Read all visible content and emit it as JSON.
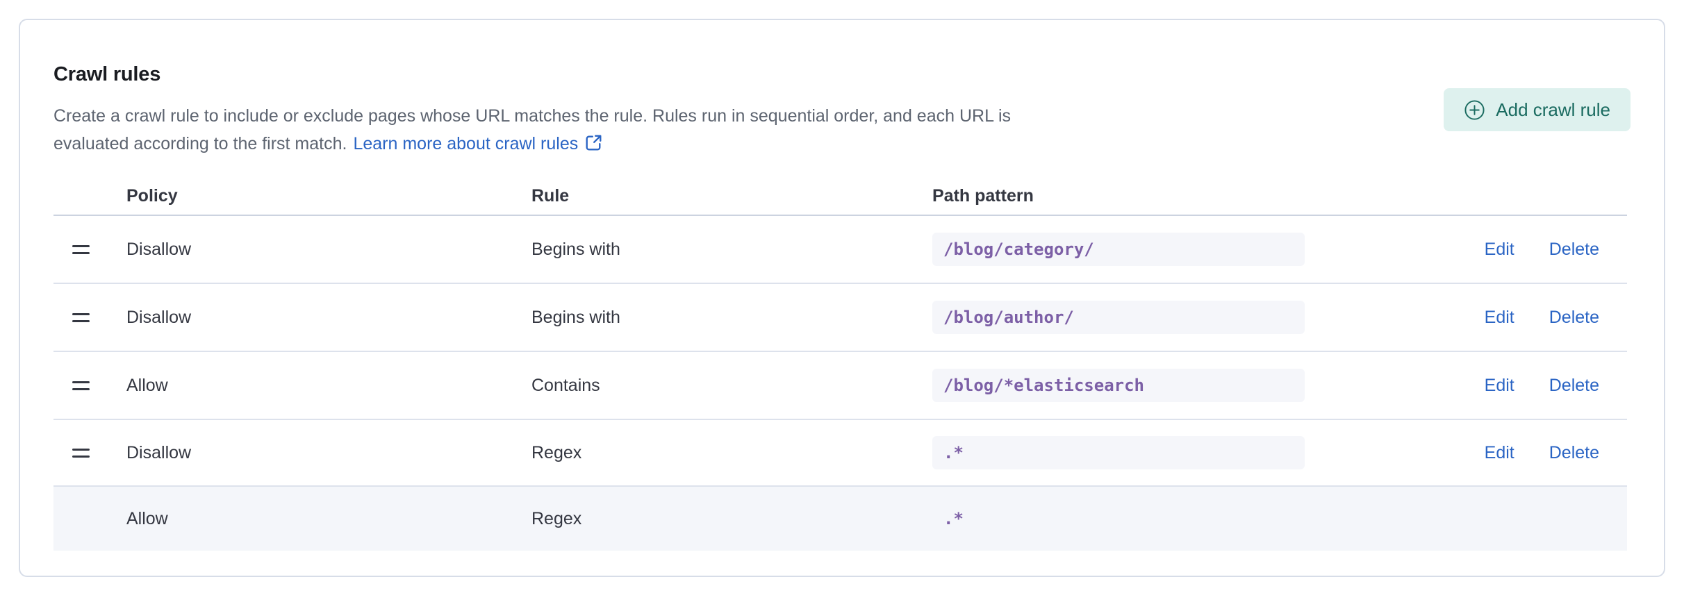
{
  "panel": {
    "title": "Crawl rules",
    "description_line1": "Create a crawl rule to include or exclude pages whose URL matches the rule. Rules run in sequential order, and each URL is",
    "description_line2": "evaluated according to the first match.",
    "link_label": "Learn more about crawl rules",
    "add_button_label": "Add crawl rule"
  },
  "table": {
    "columns": [
      "Policy",
      "Rule",
      "Path pattern"
    ],
    "action_labels": {
      "edit": "Edit",
      "delete": "Delete"
    },
    "rows": [
      {
        "policy": "Disallow",
        "rule": "Begins with",
        "path": "/blog/category/",
        "draggable": true,
        "has_actions": true,
        "highlighted": false
      },
      {
        "policy": "Disallow",
        "rule": "Begins with",
        "path": "/blog/author/",
        "draggable": true,
        "has_actions": true,
        "highlighted": false
      },
      {
        "policy": "Allow",
        "rule": "Contains",
        "path": "/blog/*elasticsearch",
        "draggable": true,
        "has_actions": true,
        "highlighted": false
      },
      {
        "policy": "Disallow",
        "rule": "Regex",
        "path": ".*",
        "draggable": true,
        "has_actions": true,
        "highlighted": false
      },
      {
        "policy": "Allow",
        "rule": "Regex",
        "path": ".*",
        "draggable": false,
        "has_actions": false,
        "highlighted": true
      }
    ]
  },
  "colors": {
    "link_blue": "#2a64c4",
    "button_bg_teal": "#def1ee",
    "button_text_teal": "#1a6b60",
    "code_purple": "#7c5fa6",
    "code_bg": "#f5f6fa",
    "row_highlight_bg": "#f4f6fa",
    "border": "#d7dde8",
    "text_dark": "#343741",
    "text_subdued": "#5d6470"
  }
}
